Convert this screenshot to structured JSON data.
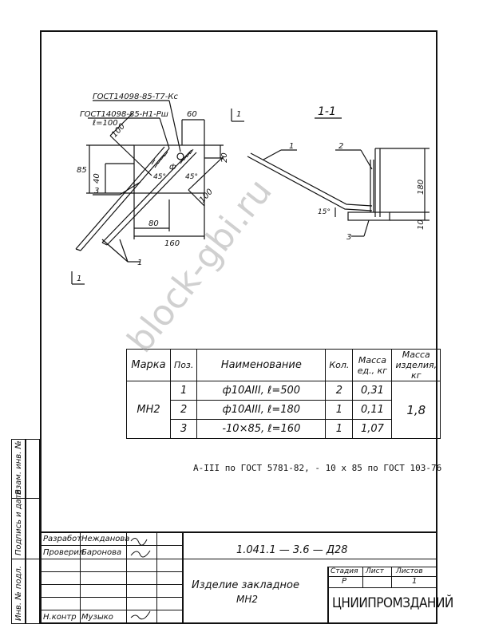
{
  "drawing": {
    "callout_gost_top": "ГОСТ14098-85-Т7-Кс",
    "callout_gost_second": "ГОСТ14098-85-Н1-Рш",
    "callout_l100": "ℓ=100",
    "dim_60": "60",
    "dim_20": "20",
    "dim_100_top": "100",
    "dim_85": "85",
    "dim_40": "40",
    "dim_45_left": "45°",
    "dim_45_right": "45°",
    "dim_100_right": "100",
    "dim_80": "80",
    "dim_160": "160",
    "dim_phi": "ф",
    "label_3_left": "3",
    "label_1_bottom": "1",
    "section_mark_left": "1",
    "section_mark_right": "1",
    "section_title": "1-1",
    "sec_label_1": "1",
    "sec_label_2": "2",
    "sec_label_3": "3",
    "sec_dim_180": "180",
    "sec_dim_10": "10",
    "sec_dim_15": "15°"
  },
  "spec_table": {
    "headers": [
      "Марка",
      "Поз.",
      "Наименование",
      "Кол.",
      "Масса ед., кг",
      "Масса изделия, кг"
    ],
    "mark": "МН2",
    "rows": [
      {
        "pos": "1",
        "name": "ф10АIII,  ℓ=500",
        "qty": "2",
        "mass": "0,31"
      },
      {
        "pos": "2",
        "name": "ф10АIII,  ℓ=180",
        "qty": "1",
        "mass": "0,11"
      },
      {
        "pos": "3",
        "name": "-10×85,  ℓ=160",
        "qty": "1",
        "mass": "1,07"
      }
    ],
    "total_mass": "1,8"
  },
  "note": "А-III по ГОСТ 5781-82, - 10 х 85 по ГОСТ 103-76",
  "watermark": "block-gbi.ru",
  "title_block": {
    "code": "1.041.1 — 3.6 — Д28",
    "razrab_label": "Разработ",
    "razrab_name": "Нежданова",
    "prover_label": "Проверил",
    "prover_name": "Баронова",
    "nkontr_label": "Н.контр",
    "nkontr_name": "Музыко",
    "doc_title_line1": "Изделие закладное",
    "doc_title_line2": "МН2",
    "stage_header": "Стадия",
    "sheet_header": "Лист",
    "sheets_header": "Листов",
    "stage_value": "Р",
    "sheets_value": "1",
    "organization": "ЦНИИПРОМЗДАНИЙ"
  },
  "sidebar": {
    "vzam": "Взам. инв. №",
    "podpis": "Подпись и дата",
    "inv": "Инв. № подл."
  }
}
